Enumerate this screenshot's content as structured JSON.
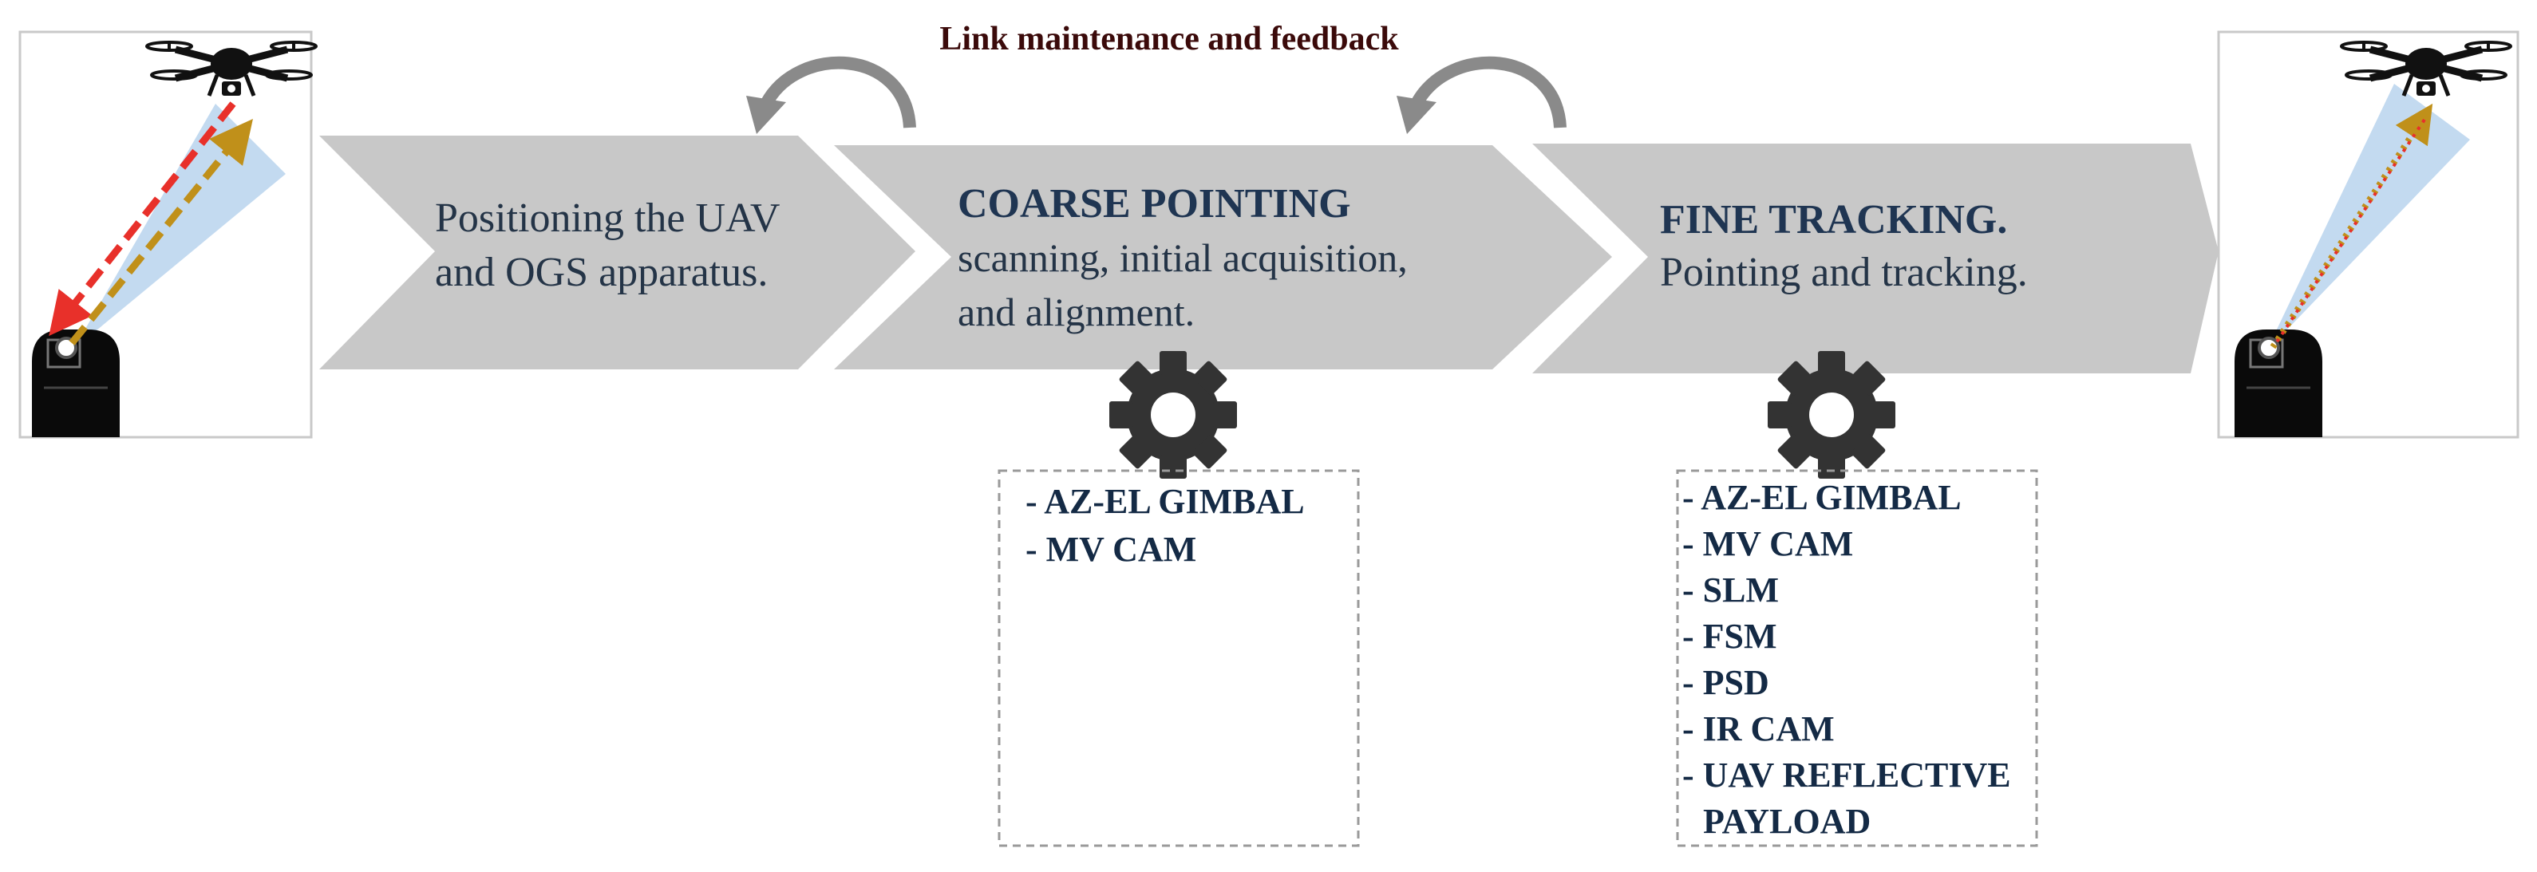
{
  "feedback": {
    "label": "Link maintenance and feedback"
  },
  "stages": [
    {
      "lines": [
        "Positioning the UAV",
        "and OGS apparatus."
      ]
    },
    {
      "title": "COARSE POINTING",
      "lines": [
        "scanning, initial acquisition,",
        "and alignment."
      ]
    },
    {
      "title": "FINE TRACKING.",
      "lines": [
        "Pointing and tracking."
      ]
    }
  ],
  "equipment": {
    "coarse": [
      "- AZ-EL GIMBAL",
      "- MV CAM"
    ],
    "fine": [
      "- AZ-EL GIMBAL",
      "- MV CAM",
      "- SLM",
      "- FSM",
      "- PSD",
      "- IR CAM",
      "- UAV REFLECTIVE",
      "PAYLOAD"
    ]
  },
  "icons": {
    "left_panel": [
      "drone-icon",
      "ground-station-icon",
      "downlink-arrow",
      "uplink-arrow",
      "beam-cone"
    ],
    "right_panel": [
      "drone-icon",
      "ground-station-icon",
      "dotted-link-arrow",
      "beam-cone"
    ],
    "gears": [
      "gear-icon",
      "gear-icon"
    ],
    "feedback_arrows": [
      "curved-arrow-icon",
      "curved-arrow-icon"
    ]
  },
  "colors": {
    "chevron_fill": "#c8c8c8",
    "downlink_red": "#e8302a",
    "uplink_gold": "#c0901a",
    "beam_blue": "#bcd6ee",
    "gear_dark": "#333333",
    "feedback_arrow": "#8a8a8a",
    "title_navy": "#1f3552"
  }
}
